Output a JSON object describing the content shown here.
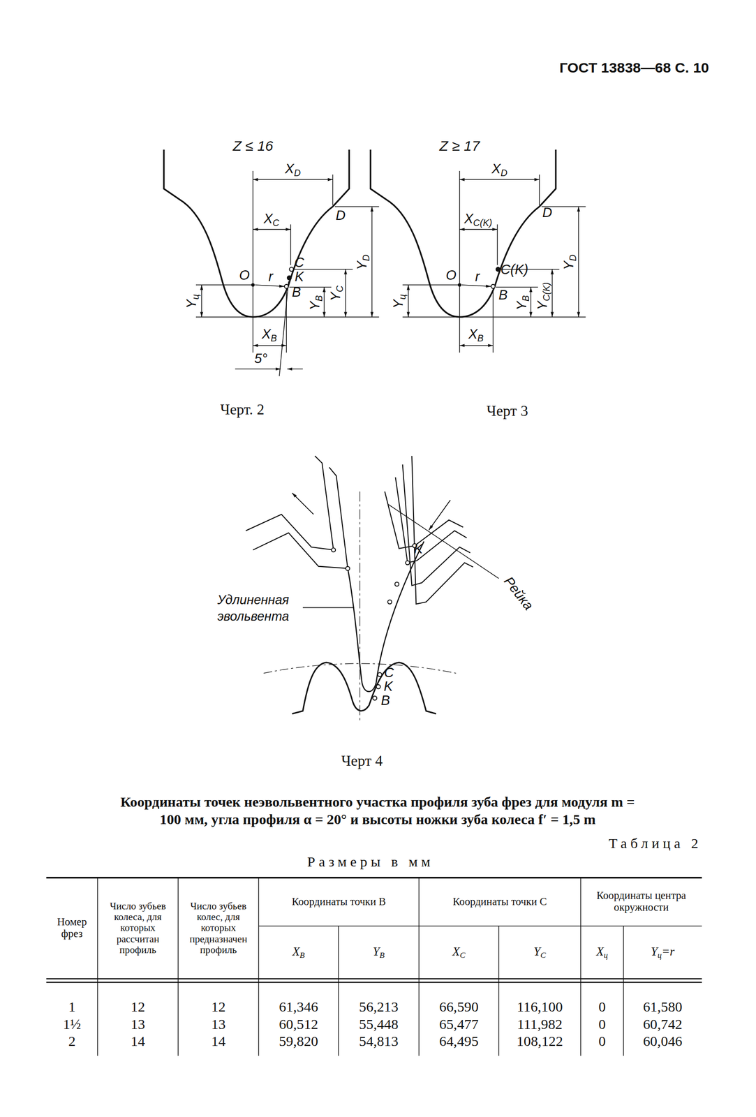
{
  "diagram": {
    "title": "Координаты точек неэвольвентного участка профиля зуба фрез для модуля m = 100 мм, угла профиля α = 20° и высоты ножки зуба колеса f′ = 1,5 m",
    "labels": [
      "ГОСТ 13838—68 С. 10",
      "Z ≤ 16",
      "XD",
      "XC",
      "D",
      "C",
      "K",
      "B",
      "O",
      "r",
      "Yц",
      "YD",
      "YC",
      "YB",
      "XB",
      "5°",
      "Черт. 2",
      "Z ≥ 17",
      "XD",
      "XC(K)",
      "D",
      "C(K)",
      "B",
      "O",
      "r",
      "Yц",
      "YC(K)",
      "YD",
      "YB",
      "XB",
      "Черт 3",
      "Удлиненная эвольвента",
      "Рейка",
      "K",
      "C",
      "K",
      "B",
      "Черт 4",
      "Таблица 2",
      "Размеры в мм",
      "Номер фрез",
      "Число зубьев колеса, для которых рассчитан профиль",
      "Число зубьев колес, для которых предназначен профиль",
      "Координаты точки B",
      "Координаты точки C",
      "Координаты центра окружности",
      "XB",
      "YB",
      "XC",
      "YC",
      "Xц",
      "Yц=r",
      "1",
      "12",
      "12",
      "61,346",
      "56,213",
      "66,590",
      "116,100",
      "0",
      "61,580",
      "1½",
      "13",
      "13",
      "60,512",
      "55,448",
      "65,477",
      "111,982",
      "0",
      "60,742",
      "2",
      "14",
      "14",
      "59,820",
      "54,813",
      "64,495",
      "108,122",
      "0",
      "60,046"
    ]
  }
}
